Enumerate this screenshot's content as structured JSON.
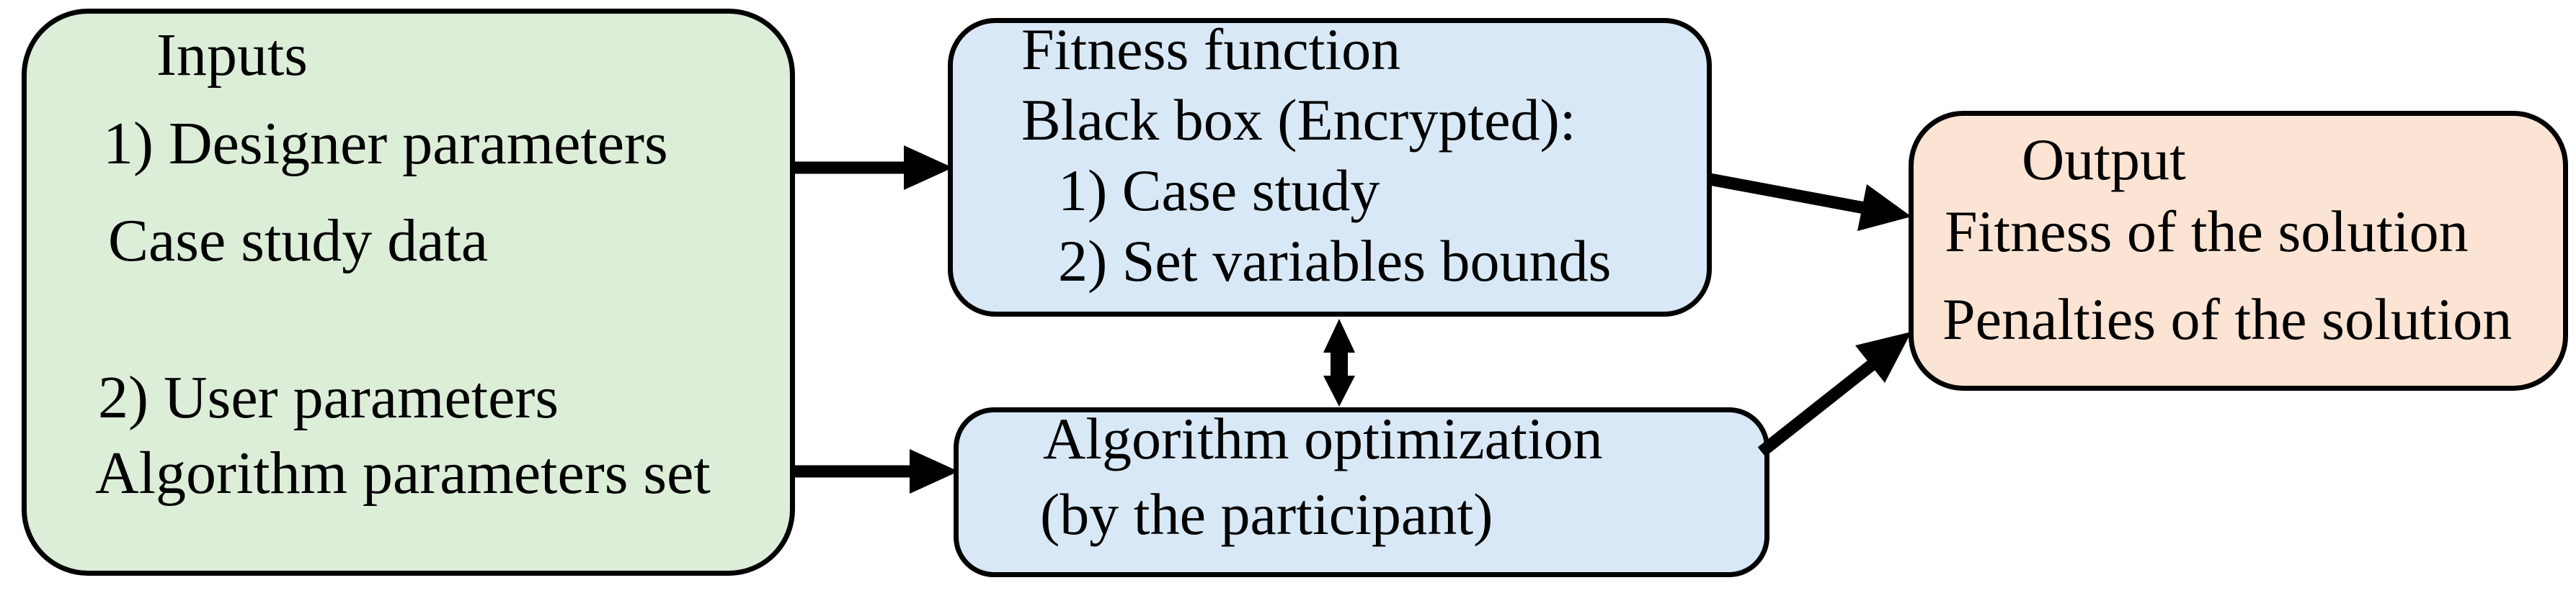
{
  "diagram": {
    "colors": {
      "inputs_fill": "#dcedd8",
      "process_fill": "#d8e8f6",
      "output_fill": "#fce4d4",
      "stroke": "#000000",
      "text": "#000000"
    },
    "nodes": {
      "inputs": {
        "role": "inputs",
        "lines": [
          "Inputs",
          "1) Designer parameters",
          "Case study data",
          "2) User parameters",
          "Algorithm parameters set"
        ]
      },
      "fitness": {
        "role": "fitness-function",
        "lines": [
          "Fitness function",
          "Black box (Encrypted):",
          "1) Case study",
          "2) Set variables bounds"
        ]
      },
      "algorithm": {
        "role": "algorithm-optimization",
        "lines": [
          "Algorithm optimization",
          "(by the participant)"
        ]
      },
      "output": {
        "role": "output",
        "lines": [
          "Output",
          "Fitness of the solution",
          "Penalties of the solution"
        ]
      }
    },
    "edges": [
      {
        "from": "inputs",
        "to": "fitness",
        "type": "arrow"
      },
      {
        "from": "inputs",
        "to": "algorithm",
        "type": "arrow"
      },
      {
        "from": "fitness",
        "to": "algorithm",
        "type": "double-arrow"
      },
      {
        "from": "fitness",
        "to": "output",
        "type": "arrow"
      },
      {
        "from": "algorithm",
        "to": "output",
        "type": "arrow"
      }
    ]
  }
}
